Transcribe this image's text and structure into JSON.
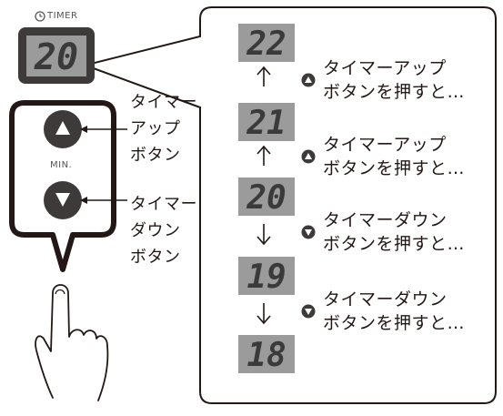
{
  "timer_label": "TIMER",
  "device_display": "20",
  "min_label": "MIN.",
  "up_button_caption": [
    "タイマー",
    "アップ",
    "ボタン"
  ],
  "down_button_caption": [
    "タイマー",
    "ダウン",
    "ボタン"
  ],
  "sequence": [
    {
      "display": "22"
    },
    {
      "display": "21",
      "arrow": "up",
      "action_line1": "タイマーアップ",
      "action_line2": "ボタンを押すと…",
      "icon": "triangle-up-icon"
    },
    {
      "display": "20",
      "arrow": "up",
      "action_line1": "タイマーアップ",
      "action_line2": "ボタンを押すと…",
      "icon": "triangle-up-icon"
    },
    {
      "display": "19",
      "arrow": "down",
      "action_line1": "タイマーダウン",
      "action_line2": "ボタンを押すと…",
      "icon": "triangle-down-icon"
    },
    {
      "display": "18",
      "arrow": "down",
      "action_line1": "タイマーダウン",
      "action_line2": "ボタンを押すと…",
      "icon": "triangle-down-icon"
    }
  ],
  "colors": {
    "lcd_bg": "#9b9b9b",
    "lcd_digit": "#3a3a3a",
    "outline": "#231815",
    "button": "#3e3a39"
  }
}
